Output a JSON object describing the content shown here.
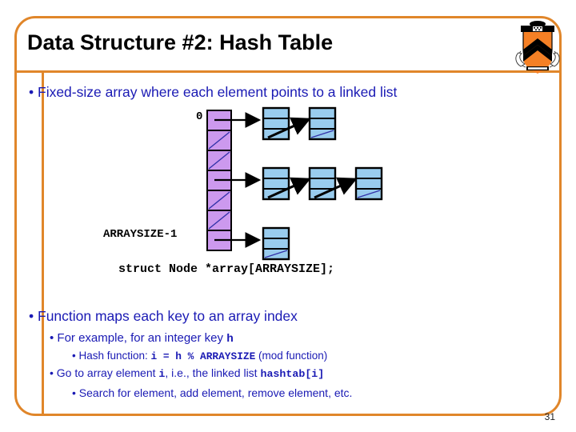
{
  "slide": {
    "title": "Data Structure #2: Hash Table",
    "page_number": "31",
    "logo_name": "princeton-shield-logo",
    "colors": {
      "frame": "#e0862a",
      "bullet_text": "#1a1ab4",
      "array_cell": "#cc99ee",
      "node_cell": "#99ccee",
      "outline": "#000000",
      "shield_orange": "#f58025"
    }
  },
  "bullets": {
    "level1_a": "Fixed-size array where each element points to a linked list",
    "level1_b": "Function maps each key to an array index",
    "level2_a_prefix": "For example, for an integer key ",
    "level2_a_code": "h",
    "level3_a_prefix": "Hash function: ",
    "level3_a_code": "i = h % ARRAYSIZE",
    "level3_a_suffix": " (mod function)",
    "level2_b_prefix": "Go to array element ",
    "level2_b_code1": "i",
    "level2_b_mid": ", i.e., the linked list ",
    "level2_b_code2": "hashtab[i]",
    "level3_b": "Search for element, add element, remove element, etc."
  },
  "diagram": {
    "array_label_first": "0",
    "array_label_last": "ARRAYSIZE-1",
    "declaration": "struct Node *array[ARRAYSIZE];",
    "array_cells": [
      {
        "index": 0,
        "has_pointer": true
      },
      {
        "index": 1,
        "has_pointer": false
      },
      {
        "index": 2,
        "has_pointer": false
      },
      {
        "index": 3,
        "has_pointer": true
      },
      {
        "index": 4,
        "has_pointer": false
      },
      {
        "index": 5,
        "has_pointer": false
      },
      {
        "index": 6,
        "has_pointer": true
      }
    ],
    "chains": [
      {
        "row": 0,
        "node_count": 2
      },
      {
        "row": 1,
        "node_count": 3
      },
      {
        "row": 2,
        "node_count": 1
      }
    ]
  }
}
